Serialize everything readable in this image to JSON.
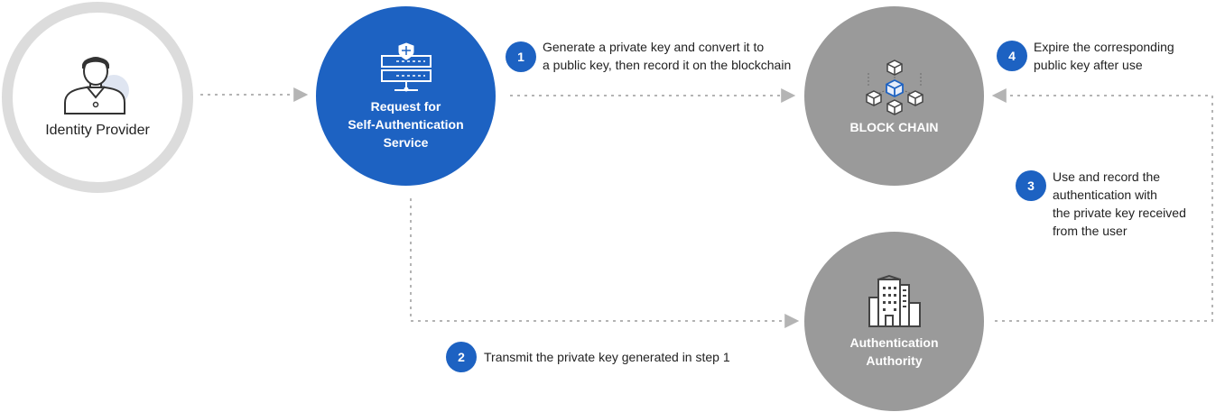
{
  "nodes": {
    "identity_provider": {
      "label": "Identity Provider",
      "icon": "person-icon"
    },
    "request_service": {
      "label_lines": [
        "Request for",
        "Self-Authentication",
        "Service"
      ],
      "icon": "server-shield-icon"
    },
    "blockchain": {
      "label": "BLOCK CHAIN",
      "icon": "blockchain-cubes-icon"
    },
    "authority": {
      "label_lines": [
        "Authentication",
        "Authority"
      ],
      "icon": "buildings-icon"
    }
  },
  "steps": [
    {
      "number": "1",
      "lines": [
        "Generate a private key and convert it to",
        "a public key, then record it on the blockchain"
      ]
    },
    {
      "number": "2",
      "lines": [
        "Transmit the private key generated in step 1"
      ]
    },
    {
      "number": "3",
      "lines": [
        "Use and record the",
        "authentication with",
        "the private key received",
        "from the user"
      ]
    },
    {
      "number": "4",
      "lines": [
        "Expire the corresponding",
        "public key after use"
      ]
    }
  ],
  "colors": {
    "primary_blue": "#1d62c2",
    "node_gray": "#9a9a9a",
    "ring_gray": "#dcdcdc",
    "connector_gray": "#b4b4b4"
  }
}
